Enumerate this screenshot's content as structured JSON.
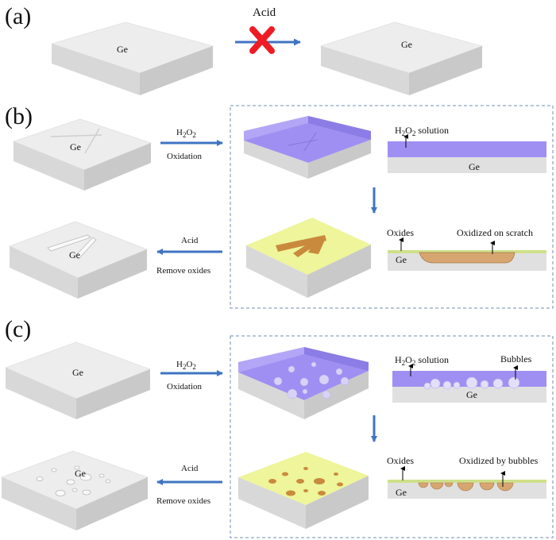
{
  "panels": {
    "a": "(a)",
    "b": "(b)",
    "c": "(c)"
  },
  "labels": {
    "ge": "Ge",
    "acid": "Acid",
    "h2o2_h": "H",
    "h2o2_2a": "2",
    "h2o2_o": "O",
    "h2o2_2b": "2",
    "oxidation": "Oxidation",
    "remove_oxides": "Remove oxides",
    "solution": "solution",
    "oxides": "Oxides",
    "bubbles": "Bubbles",
    "oxidized_on_scratch": "Oxidized on scratch",
    "oxidized_by_bubbles": "Oxidized by bubbles"
  },
  "colors": {
    "substrate_top": "#ededed",
    "substrate_side": "#d2d2d2",
    "solution": "#9f8ff2",
    "oxide_layer": "#eef59a",
    "oxidized_spot": "#c98a3e",
    "arrow": "#3f74c2",
    "cross": "#ee1c24",
    "dashed_box": "#6f8fb0"
  },
  "icons": {
    "cross": "red-x-icon",
    "arrow": "arrow-icon"
  }
}
